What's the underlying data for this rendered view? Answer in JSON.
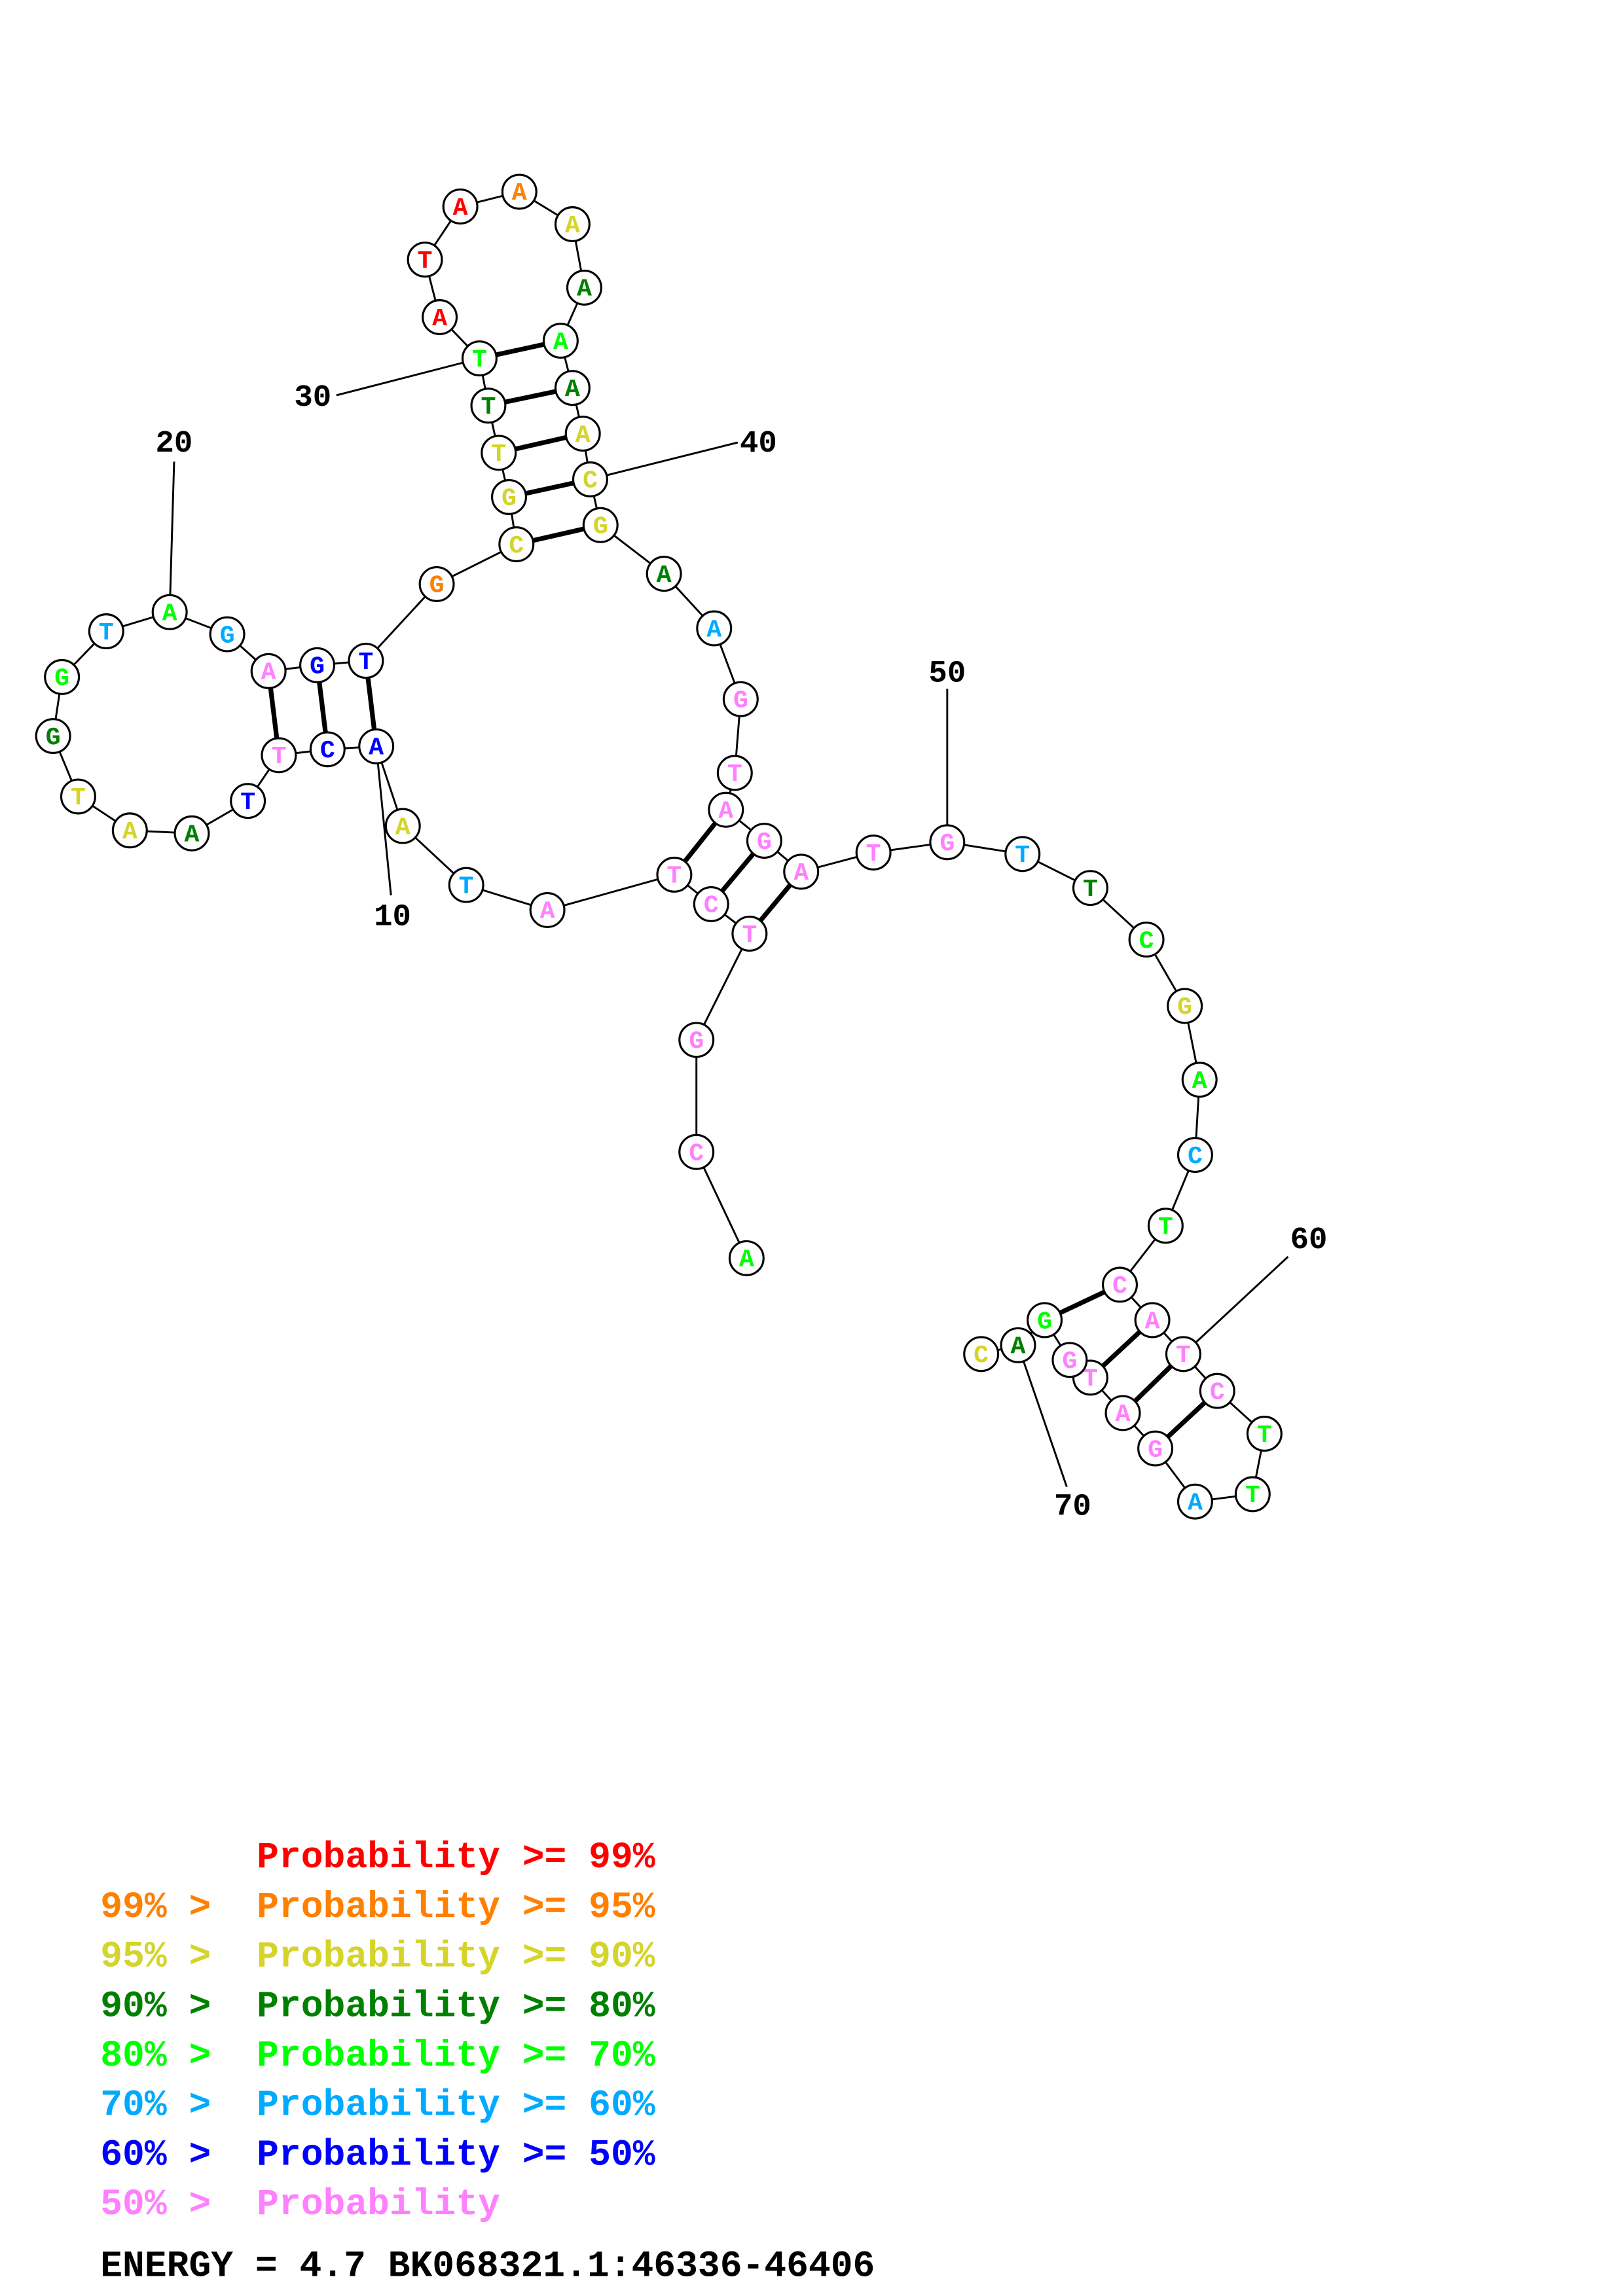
{
  "sequence": "ACGTCTATAACTTAATGGTAGAGTGCGTTTATAAAAAAACGAAGTAGATGTTCGACTCATCTTAGATGGAC",
  "probability_class": [
    4,
    7,
    7,
    7,
    7,
    7,
    7,
    5,
    2,
    6,
    6,
    7,
    6,
    3,
    2,
    2,
    3,
    4,
    5,
    4,
    5,
    7,
    6,
    6,
    1,
    2,
    2,
    2,
    3,
    4,
    0,
    0,
    0,
    1,
    2,
    3,
    4,
    3,
    2,
    2,
    2,
    3,
    5,
    7,
    7,
    7,
    7,
    7,
    7,
    7,
    5,
    3,
    4,
    2,
    4,
    5,
    4,
    7,
    7,
    7,
    7,
    4,
    4,
    5,
    7,
    7,
    7,
    7,
    4,
    3,
    2
  ],
  "pairs": [
    [
      4,
      48
    ],
    [
      5,
      47
    ],
    [
      6,
      46
    ],
    [
      10,
      24
    ],
    [
      11,
      23
    ],
    [
      12,
      22
    ],
    [
      26,
      41
    ],
    [
      27,
      40
    ],
    [
      28,
      39
    ],
    [
      29,
      38
    ],
    [
      30,
      37
    ],
    [
      58,
      69
    ],
    [
      59,
      67
    ],
    [
      60,
      66
    ],
    [
      61,
      65
    ]
  ],
  "numbers": [
    "10",
    "20",
    "30",
    "40",
    "50",
    "60",
    "70"
  ],
  "colors": [
    "#ff0000",
    "#ff8000",
    "#d4d42a",
    "#008000",
    "#00ff00",
    "#00aaff",
    "#0000ff",
    "#ff80ff"
  ],
  "legend": [
    {
      "prefix": "",
      "label": "Probability >= 99%"
    },
    {
      "prefix": "99% >",
      "label": "Probability >= 95%"
    },
    {
      "prefix": "95% >",
      "label": "Probability >= 90%"
    },
    {
      "prefix": "90% >",
      "label": "Probability >= 80%"
    },
    {
      "prefix": "80% >",
      "label": "Probability >= 70%"
    },
    {
      "prefix": "70% >",
      "label": "Probability >= 60%"
    },
    {
      "prefix": "60% >",
      "label": "Probability >= 50%"
    },
    {
      "prefix": "50% >",
      "label": "Probability"
    }
  ],
  "footer": "ENERGY = 4.7  BK068321.1:46336-46406"
}
